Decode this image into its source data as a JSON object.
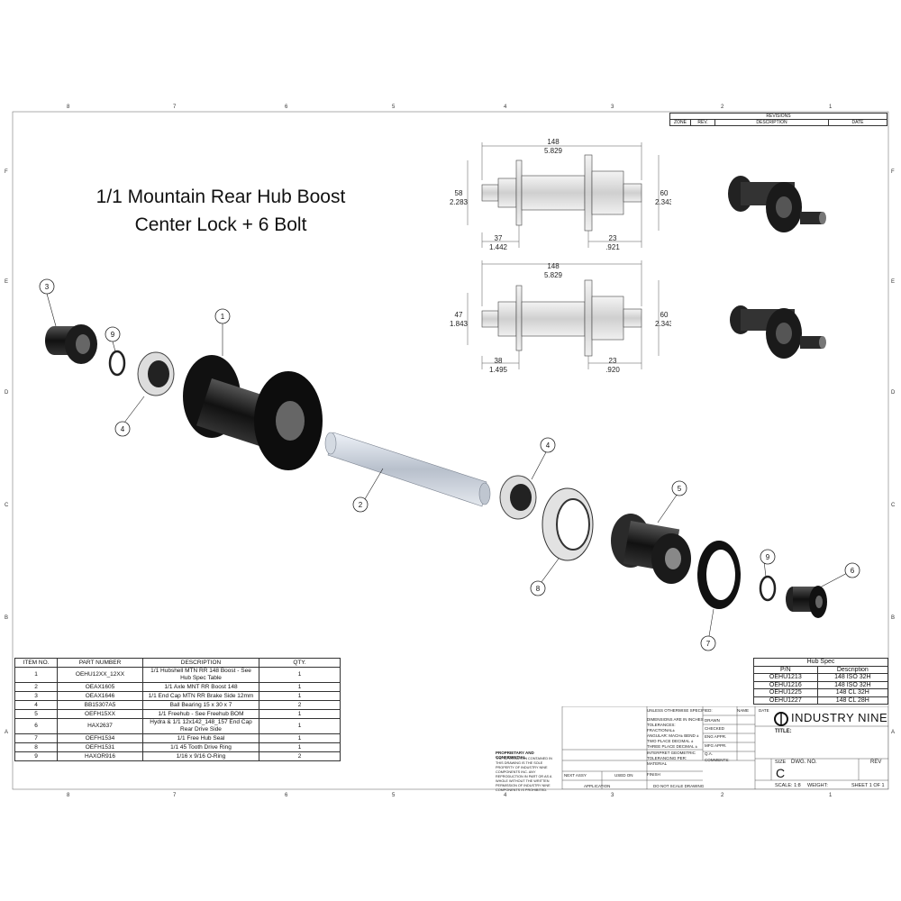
{
  "title": {
    "line1": "1/1 Mountain Rear Hub Boost",
    "line2": "Center Lock + 6 Bolt"
  },
  "zones": {
    "columns": [
      "8",
      "7",
      "6",
      "5",
      "4",
      "3",
      "2",
      "1"
    ],
    "rows": [
      "F",
      "E",
      "D",
      "C",
      "B",
      "A"
    ]
  },
  "revisions": {
    "heading": "REVISIONS",
    "columns": [
      "ZONE",
      "REV.",
      "DESCRIPTION",
      "DATE"
    ]
  },
  "dimensions": {
    "top": {
      "overall": "148",
      "overall_in": "5.829",
      "left_h": "58",
      "left_h_in": "2.283",
      "right_h": "60",
      "right_h_in": "2.343",
      "left_off": "37",
      "left_off_in": "1.442",
      "right_off": "23",
      "right_off_in": ".921"
    },
    "bottom": {
      "overall": "148",
      "overall_in": "5.829",
      "left_h": "47",
      "left_h_in": "1.843",
      "right_h": "60",
      "right_h_in": "2.343",
      "left_off": "38",
      "left_off_in": "1.495",
      "right_off": "23",
      "right_off_in": ".920"
    }
  },
  "balloons": [
    "3",
    "9",
    "1",
    "4",
    "2",
    "4",
    "5",
    "8",
    "9",
    "6",
    "7"
  ],
  "bom": {
    "headers": [
      "ITEM NO.",
      "PART NUMBER",
      "DESCRIPTION",
      "QTY."
    ],
    "rows": [
      {
        "item": "1",
        "part": "OEHU12XX_12XX",
        "desc": "1/1 Hubshell MTN RR 148 Boost - See Hub Spec Table",
        "qty": "1"
      },
      {
        "item": "2",
        "part": "OEAX1605",
        "desc": "1/1 Axle MNT RR Boost 148",
        "qty": "1"
      },
      {
        "item": "3",
        "part": "OEAX1646",
        "desc": "1/1 End Cap MTN RR Brake Side 12mm",
        "qty": "1"
      },
      {
        "item": "4",
        "part": "BB15307A5",
        "desc": "Ball Bearing 15 x 30 x 7",
        "qty": "2"
      },
      {
        "item": "5",
        "part": "OEFH15XX",
        "desc": "1/1 Freehub - See Freehub BOM",
        "qty": "1"
      },
      {
        "item": "6",
        "part": "HAX2637",
        "desc": "Hydra & 1/1 12x142_148_157 End Cap Rear Drive Side",
        "qty": "1"
      },
      {
        "item": "7",
        "part": "OEFH1534",
        "desc": "1/1 Free Hub Seal",
        "qty": "1"
      },
      {
        "item": "8",
        "part": "OEFH1531",
        "desc": "1/1 45 Tooth Drive Ring",
        "qty": "1"
      },
      {
        "item": "9",
        "part": "HAXOR916",
        "desc": "1/16 x 9/16 O-Ring",
        "qty": "2"
      }
    ]
  },
  "hub_spec": {
    "heading": "Hub Spec",
    "headers": [
      "P/N",
      "Description"
    ],
    "rows": [
      {
        "pn": "OEHU1213",
        "desc": "148 ISO 32H"
      },
      {
        "pn": "OEHU1216",
        "desc": "148 ISO 32H"
      },
      {
        "pn": "OEHU1225",
        "desc": "148 CL 32H"
      },
      {
        "pn": "OEHU1227",
        "desc": "148 CL 28H"
      }
    ]
  },
  "title_block": {
    "company": "INDUSTRY NINE",
    "title_label": "TITLE:",
    "size_label": "SIZE",
    "size": "C",
    "dwg_label": "DWG. NO.",
    "rev_label": "REV",
    "scale": "SCALE: 1:8",
    "weight": "WEIGHT:",
    "sheet": "SHEET 1 OF 1",
    "unless": "UNLESS OTHERWISE SPECIFIED:",
    "name": "NAME",
    "date": "DATE",
    "drawn": "DRAWN",
    "checked": "CHECKED",
    "eng_appr": "ENG APPR.",
    "mfg_appr": "MFG APPR.",
    "qa": "Q.A.",
    "comments": "COMMENTS:",
    "dims": "DIMENSIONS ARE IN INCHES",
    "tolerances": "TOLERANCES:",
    "fractional": "FRACTIONAL±",
    "angular": "ANGULAR: MACH±   BEND ±",
    "two_place": "TWO PLACE DECIMAL  ±",
    "three_place": "THREE PLACE DECIMAL  ±",
    "interpret": "INTERPRET GEOMETRIC",
    "tol_per": "TOLERANCING PER:",
    "material": "MATERIAL",
    "finish": "FINISH",
    "next_assy": "NEXT ASSY",
    "used_on": "USED ON",
    "application": "APPLICATION",
    "no_scale": "DO NOT SCALE DRAWING",
    "proprietary": "PROPRIETARY AND CONFIDENTIAL",
    "prop_text": "THE INFORMATION CONTAINED IN THIS DRAWING IS THE SOLE PROPERTY OF INDUSTRY NINE COMPONENTS INC. ANY REPRODUCTION IN PART OR AS A WHOLE WITHOUT THE WRITTEN PERMISSION OF INDUSTRY NINE COMPONENTS IS PROHIBITED."
  }
}
